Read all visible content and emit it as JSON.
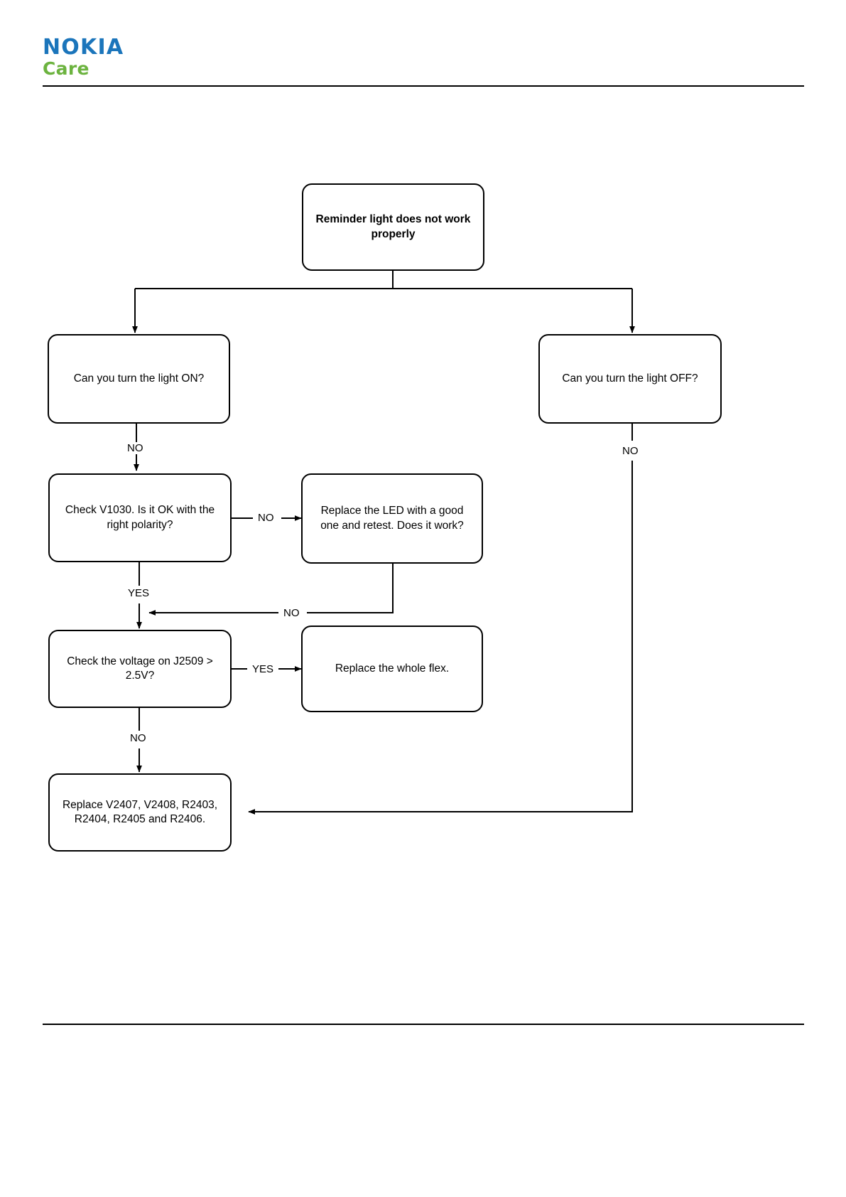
{
  "document": {
    "brand": {
      "name": "NOKIA",
      "sub": "Care",
      "name_color": "#1B75BB",
      "sub_color": "#6CB33F"
    }
  },
  "chart_data": {
    "type": "diagram",
    "title": "Reminder light troubleshooting flowchart",
    "nodes": [
      {
        "id": "start",
        "label": "Reminder light does not work properly",
        "bold": true
      },
      {
        "id": "light_on",
        "label": "Can you turn the light ON?",
        "bold": false
      },
      {
        "id": "light_off",
        "label": "Can you turn the light OFF?",
        "bold": false
      },
      {
        "id": "check_v1030",
        "label": "Check V1030. Is it OK with the right polarity?",
        "bold": false
      },
      {
        "id": "replace_led",
        "label": "Replace the LED with a good one and retest. Does it work?",
        "bold": false
      },
      {
        "id": "check_j2509",
        "label": "Check the voltage on J2509 > 2.5V?",
        "bold": false
      },
      {
        "id": "replace_flex",
        "label": "Replace the whole flex.",
        "bold": false
      },
      {
        "id": "replace_parts",
        "label": "Replace V2407, V2408, R2403, R2404, R2405 and R2406.",
        "bold": false
      }
    ],
    "edges": [
      {
        "from": "start",
        "to": "light_on",
        "label": ""
      },
      {
        "from": "start",
        "to": "light_off",
        "label": ""
      },
      {
        "from": "light_on",
        "to": "check_v1030",
        "label": "NO"
      },
      {
        "from": "light_off",
        "to": "replace_parts",
        "label": "NO"
      },
      {
        "from": "check_v1030",
        "to": "replace_led",
        "label": "NO"
      },
      {
        "from": "check_v1030",
        "to": "check_j2509",
        "label": "YES"
      },
      {
        "from": "replace_led",
        "to": "check_j2509",
        "label": "NO"
      },
      {
        "from": "check_j2509",
        "to": "replace_flex",
        "label": "YES"
      },
      {
        "from": "check_j2509",
        "to": "replace_parts",
        "label": "NO"
      }
    ],
    "edge_labels": {
      "light_on_no": "NO",
      "light_off_no": "NO",
      "v1030_no": "NO",
      "v1030_yes": "YES",
      "led_no": "NO",
      "j2509_yes": "YES",
      "j2509_no": "NO"
    }
  }
}
